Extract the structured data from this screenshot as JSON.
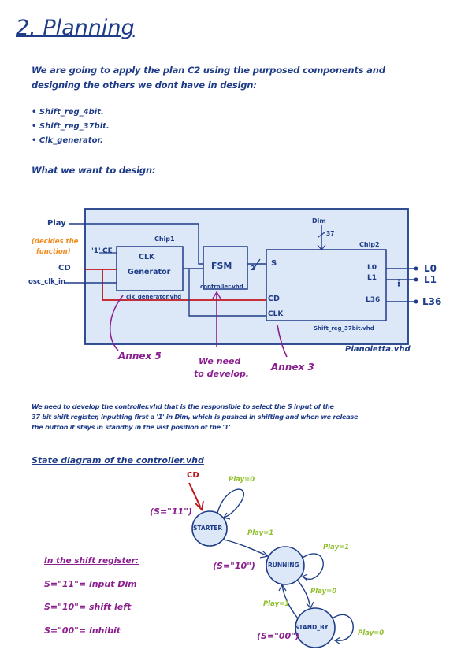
{
  "title": "2. Planning",
  "intro": {
    "line1": "We are going to apply the plan C2 using the purposed components and",
    "line2": "designing the others we dont have in design:",
    "bullets": [
      "• Shift_reg_4bit.",
      "• Shift_reg_37bit.",
      "• Clk_generator."
    ]
  },
  "design_heading": "What we want to design:",
  "block_diagram": {
    "inputs": {
      "play": "Play",
      "cd": "CD",
      "osc": "osc_clk_in",
      "decides": "(decides the",
      "function": "function)",
      "one": "'1'",
      "dim": "Dim",
      "dim_width": "37"
    },
    "chip1": {
      "label": "Chip1",
      "ce": "CE",
      "name_line1": "CLK",
      "name_line2": "Generator",
      "file": "clk_generator.vhd"
    },
    "fsm": {
      "label": "FSM",
      "file": "controller.vhd",
      "bus_width": "2"
    },
    "chip2": {
      "label": "Chip2",
      "s": "S",
      "cd": "CD",
      "clk": "CLK",
      "file": "Shift_reg_37bit.vhd"
    },
    "outputs": [
      "L0",
      "L1",
      "L36"
    ],
    "dots": "⋮",
    "top_file": "Pianoletta.vhd",
    "annex5": "Annex 5",
    "develop_line1": "We need",
    "develop_line2": "to develop.",
    "annex3": "Annex 3"
  },
  "description": {
    "line1": "We need to develop the controller.vhd that is the responsible to select the S input of the",
    "line2": "37 bit shift register, inputting first a '1' in Dim, which is pushed in shifting and when we release",
    "line3": "the button it stays in standby in the last position of the '1'"
  },
  "state_heading": "State diagram of the controller.vhd",
  "state_diagram": {
    "reset": "CD",
    "states": [
      {
        "name": "STARTER",
        "output": "(S=\"11\")"
      },
      {
        "name": "RUNNING",
        "output": "(S=\"10\")"
      },
      {
        "name": "STAND_BY",
        "output": "(S=\"00\")"
      }
    ],
    "transitions": {
      "starter_self": "Play=0",
      "starter_to_running": "Play=1",
      "running_self": "Play=1",
      "running_to_standby": "Play=0",
      "standby_to_running": "Play=1",
      "standby_self": "Play=0"
    }
  },
  "legend": {
    "title": "In the shift register:",
    "items": [
      "S=\"11\"= input Dim",
      "S=\"10\"= shift left",
      "S=\"00\"= inhibit"
    ]
  },
  "colors": {
    "ink": "#1f3c88",
    "purple": "#8b1f8f",
    "green": "#8fbf2a",
    "red": "#c0151c",
    "orange": "#f08a1c",
    "panel": "#dce8f8"
  }
}
